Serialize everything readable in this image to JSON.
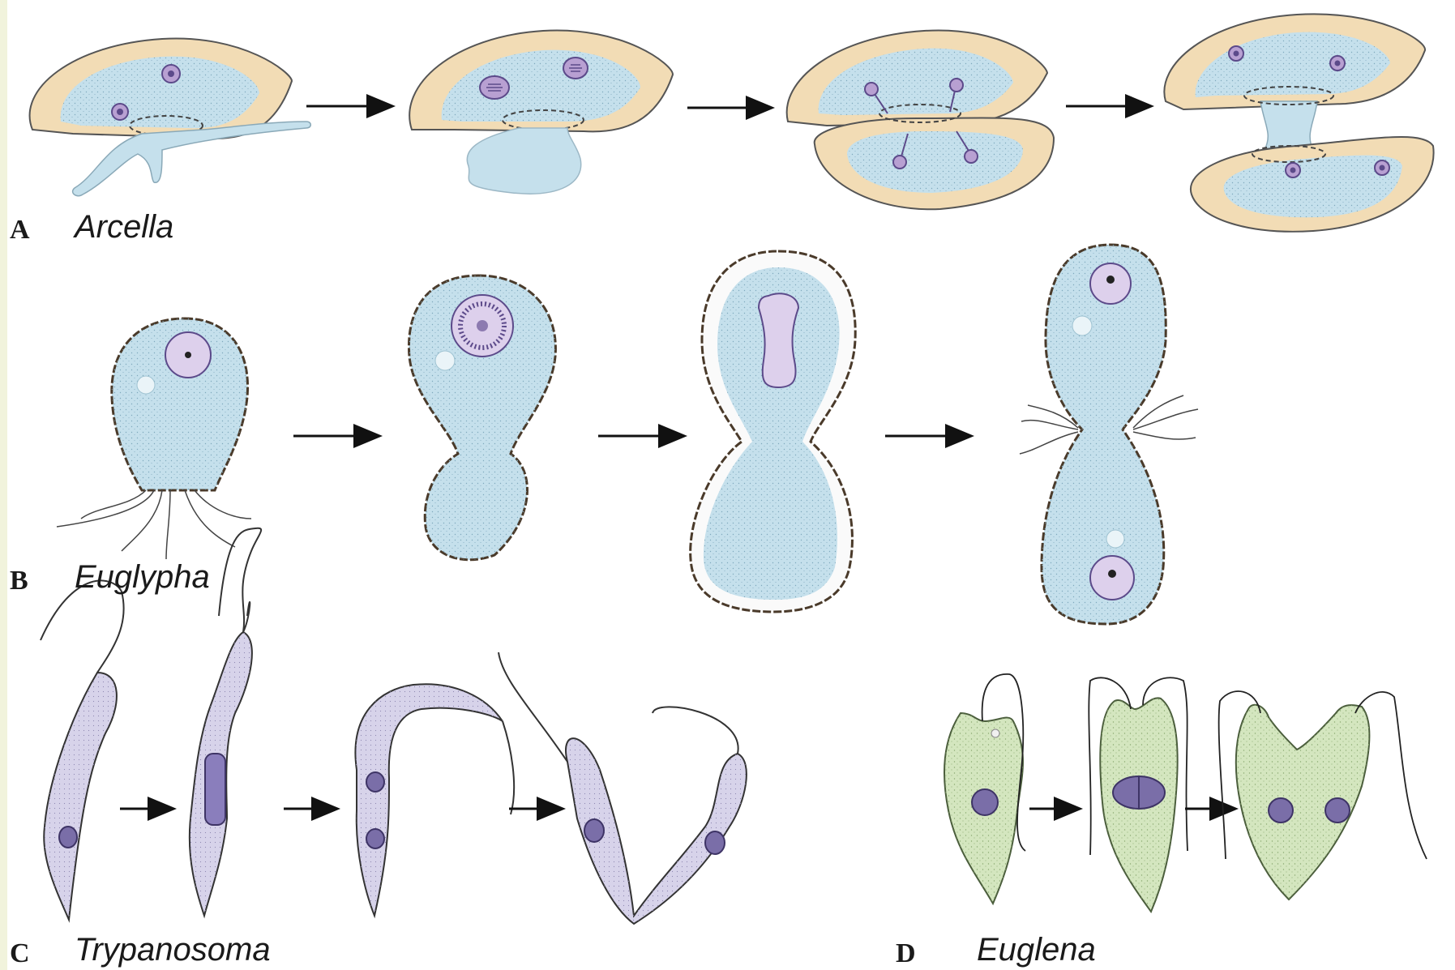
{
  "panels": {
    "a": {
      "letter": "A",
      "name": "Arcella"
    },
    "b": {
      "letter": "B",
      "name": "Euglypha"
    },
    "c": {
      "letter": "C",
      "name": "Trypanosoma"
    },
    "d": {
      "letter": "D",
      "name": "Euglena"
    }
  },
  "colors": {
    "cytoplasm": "#c5e0ec",
    "shell": "#f2dcb5",
    "nucleus": "#b8a0d2",
    "nucleus_dark": "#5c4a8a",
    "trypanosome": "#d7d3ea",
    "euglena": "#d4e6bf",
    "outline": "#3a3a3a"
  }
}
